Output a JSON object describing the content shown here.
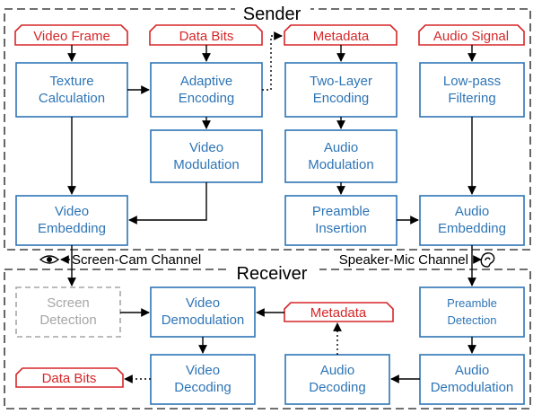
{
  "sender": {
    "title": "Sender",
    "inputs": {
      "video_frame": "Video Frame",
      "data_bits": "Data Bits",
      "metadata": "Metadata",
      "audio_signal": "Audio Signal"
    },
    "blocks": {
      "texture_calculation": [
        "Texture",
        "Calculation"
      ],
      "adaptive_encoding": [
        "Adaptive",
        "Encoding"
      ],
      "two_layer_encoding": [
        "Two-Layer",
        "Encoding"
      ],
      "low_pass_filtering": [
        "Low-pass",
        "Filtering"
      ],
      "video_modulation": [
        "Video",
        "Modulation"
      ],
      "audio_modulation": [
        "Audio",
        "Modulation"
      ],
      "video_embedding": [
        "Video",
        "Embedding"
      ],
      "preamble_insertion": [
        "Preamble",
        "Insertion"
      ],
      "audio_embedding": [
        "Audio",
        "Embedding"
      ]
    }
  },
  "channels": {
    "screen_cam": "Screen-Cam Channel",
    "speaker_mic": "Speaker-Mic Channel"
  },
  "receiver": {
    "title": "Receiver",
    "blocks": {
      "screen_detection": [
        "Screen",
        "Detection"
      ],
      "video_demodulation": [
        "Video",
        "Demodulation"
      ],
      "preamble_detection": [
        "Preamble",
        "Detection"
      ],
      "video_decoding": [
        "Video",
        "Decoding"
      ],
      "audio_decoding": [
        "Audio",
        "Decoding"
      ],
      "audio_demodulation": [
        "Audio",
        "Demodulation"
      ]
    },
    "outputs": {
      "metadata": "Metadata",
      "data_bits": "Data Bits"
    }
  },
  "colors": {
    "block": "#2E75B6",
    "io": "#D62728",
    "disabled": "#A6A6A6",
    "frame": "#404040",
    "arrow": "#000000"
  }
}
